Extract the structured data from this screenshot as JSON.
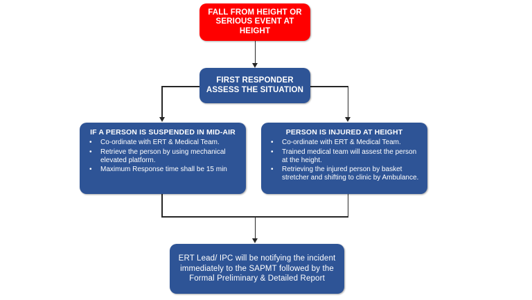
{
  "diagram": {
    "title": "Fall from height emergency response flowchart",
    "background_color": "#ffffff",
    "colors": {
      "incident": "#ff0000",
      "process": "#2e5496",
      "text": "#ffffff",
      "connector": "#262626"
    },
    "nodes": {
      "incident": {
        "label": "FALL FROM HEIGHT OR SERIOUS EVENT AT HEIGHT",
        "shape": "rounded-rectangle",
        "color": "#ff0000"
      },
      "responder": {
        "label": "FIRST RESPONDER ASSESS THE SITUATION",
        "shape": "rounded-rectangle",
        "color": "#2e5496"
      },
      "suspended": {
        "heading": "IF A PERSON IS SUSPENDED IN MID-AIR",
        "bullet_glyph": "•",
        "bullets": [
          "Co-ordinate with ERT & Medical Team.",
          "Retrieve the person by using mechanical elevated platform.",
          "Maximum Response time shall be 15 min"
        ],
        "color": "#2e5496"
      },
      "injured": {
        "heading": "PERSON IS INJURED AT HEIGHT",
        "bullet_glyph": "•",
        "bullets": [
          "Co-ordinate with ERT & Medical Team.",
          "Trained medical team will assest the person at the height.",
          "Retrieving the injured person by basket stretcher and shifting to clinic by Ambulance."
        ],
        "color": "#2e5496"
      },
      "report": {
        "label": "ERT Lead/ IPC will be notifying the incident immediately to the SAPMT followed by the Formal Preliminary & Detailed Report",
        "color": "#2e5496"
      }
    },
    "edges": [
      {
        "from": "incident",
        "to": "responder",
        "style": "straight-down-arrow"
      },
      {
        "from": "responder",
        "to": "suspended",
        "style": "elbow-left-down-arrow"
      },
      {
        "from": "responder",
        "to": "injured",
        "style": "elbow-right-down-arrow"
      },
      {
        "from": "suspended",
        "to": "report",
        "style": "merge-down-arrow"
      },
      {
        "from": "injured",
        "to": "report",
        "style": "merge-down-arrow"
      }
    ]
  }
}
